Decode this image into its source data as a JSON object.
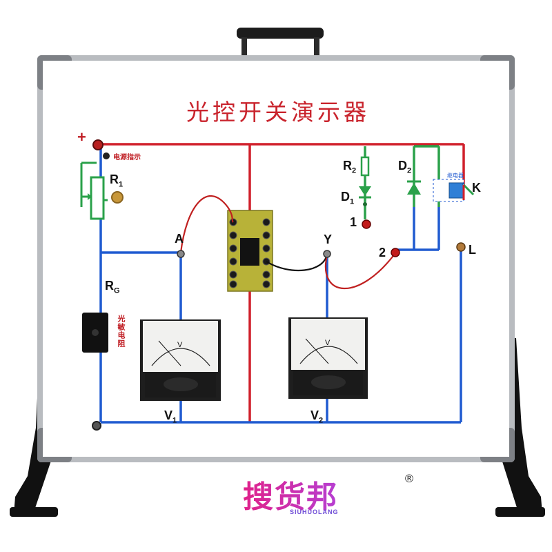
{
  "board": {
    "title": "光控开关演示器",
    "power_indicator_label": "电源指示",
    "plus_sign": "+",
    "ldr_label": "光敏电阻",
    "relay_label": "继电器"
  },
  "components": {
    "r1": "R",
    "r1_sub": "1",
    "rg": "R",
    "rg_sub": "G",
    "r2": "R",
    "r2_sub": "2",
    "d1": "D",
    "d1_sub": "1",
    "d2": "D",
    "d2_sub": "2",
    "k": "K",
    "l": "L"
  },
  "terminals": {
    "a": "A",
    "y": "Y",
    "t1": "1",
    "t2": "2"
  },
  "meters": {
    "v1_label": "V",
    "v1_sub": "1",
    "v2_label": "V",
    "v2_sub": "2",
    "face_unit": "V"
  },
  "watermark": {
    "brand": "搜货邦",
    "brand_latin": "SIUHUOLANG",
    "registered": "®"
  },
  "colors": {
    "wire_red": "#d01f2a",
    "wire_blue": "#1f5ad0",
    "wire_green": "#2aa14a",
    "frame": "#a9acb0"
  }
}
